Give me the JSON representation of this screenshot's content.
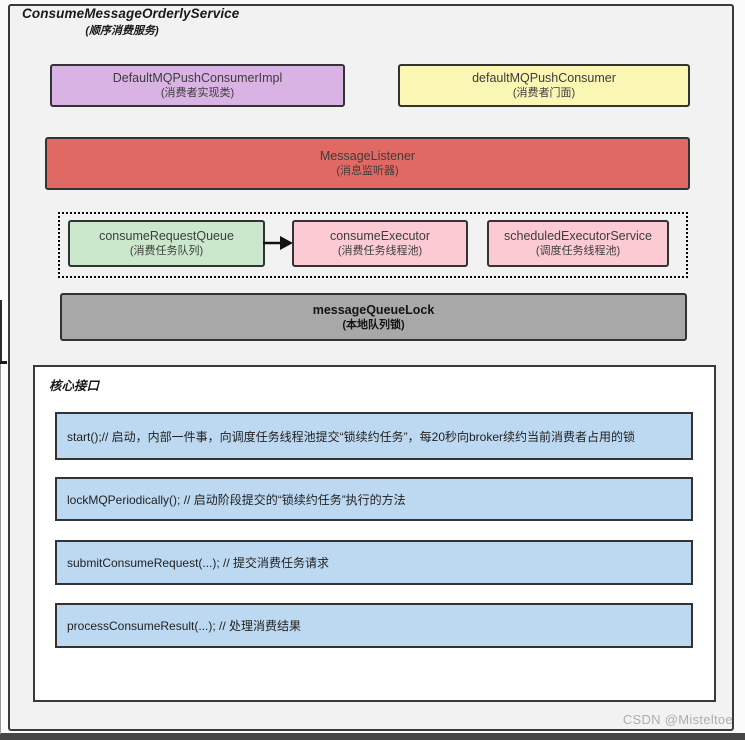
{
  "page": {
    "title_en": "ConsumeMessageOrderlyService",
    "title_zh": "(顺序消费服务)",
    "watermark": "CSDN @Misteltoe"
  },
  "colors": {
    "frame_bg": "#f2f2f2",
    "impl_fill": "#d9b3e3",
    "facade_fill": "#faf6b4",
    "listener_fill": "#e06963",
    "queue_fill": "#cce8cc",
    "executor_fill": "#fbcad2",
    "scheduled_fill": "#fbcad2",
    "lock_fill": "#a8a8a8",
    "method_fill": "#bdd9f1"
  },
  "boxes": {
    "impl": {
      "name": "DefaultMQPushConsumerImpl",
      "label": "(消费者实现类)",
      "fill": "#d9b3e3"
    },
    "facade": {
      "name": "defaultMQPushConsumer",
      "label": "(消费者门面)",
      "fill": "#faf6b4"
    },
    "listener": {
      "name": "MessageListener",
      "label": "(消息监听器)",
      "fill": "#e06963"
    },
    "queue": {
      "name": "consumeRequestQueue",
      "label": "(消费任务队列)",
      "fill": "#cce8cc"
    },
    "executor": {
      "name": "consumeExecutor",
      "label": "(消费任务线程池)",
      "fill": "#fbcad2"
    },
    "scheduled": {
      "name": "scheduledExecutorService",
      "label": "(调度任务线程池)",
      "fill": "#fbcad2"
    },
    "lock": {
      "name": "messageQueueLock",
      "label": "(本地队列锁)",
      "fill": "#a8a8a8"
    }
  },
  "core": {
    "heading": "核心接口",
    "methods": [
      "start();// 启动，内部一件事，向调度任务线程池提交“锁续约任务”，每20秒向broker续约当前消费者占用的锁",
      "lockMQPeriodically(); // 启动阶段提交的“锁续约任务”执行的方法",
      "submitConsumeRequest(...); // 提交消费任务请求",
      "processConsumeResult(...); // 处理消费结果"
    ]
  }
}
